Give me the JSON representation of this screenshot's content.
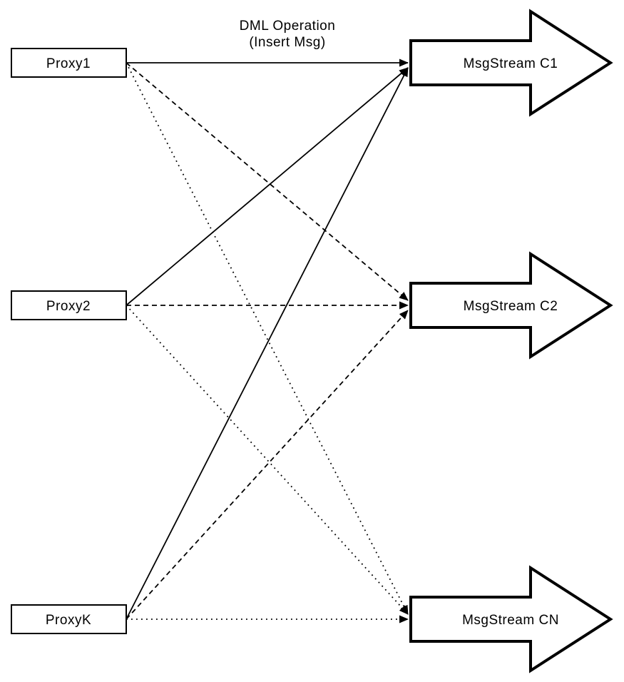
{
  "diagram": {
    "title": {
      "line1": "DML Operation",
      "line2": "(Insert Msg)"
    },
    "proxies": [
      {
        "label": "Proxy1"
      },
      {
        "label": "Proxy2"
      },
      {
        "label": "ProxyK"
      }
    ],
    "streams": [
      {
        "label": "MsgStream C1"
      },
      {
        "label": "MsgStream C2"
      },
      {
        "label": "MsgStream CN"
      }
    ],
    "edges": [
      {
        "from": "Proxy1",
        "to": "MsgStream C1",
        "line_style": "solid"
      },
      {
        "from": "Proxy2",
        "to": "MsgStream C1",
        "line_style": "solid"
      },
      {
        "from": "ProxyK",
        "to": "MsgStream C1",
        "line_style": "solid"
      },
      {
        "from": "Proxy1",
        "to": "MsgStream C2",
        "line_style": "dashed"
      },
      {
        "from": "Proxy2",
        "to": "MsgStream C2",
        "line_style": "dashed"
      },
      {
        "from": "ProxyK",
        "to": "MsgStream C2",
        "line_style": "dashed"
      },
      {
        "from": "Proxy1",
        "to": "MsgStream CN",
        "line_style": "dotted"
      },
      {
        "from": "Proxy2",
        "to": "MsgStream CN",
        "line_style": "dotted"
      },
      {
        "from": "ProxyK",
        "to": "MsgStream CN",
        "line_style": "dotted"
      }
    ],
    "colors": {
      "stroke": "#000000",
      "node_fill": "#ffffff",
      "background": "#ffffff"
    }
  }
}
